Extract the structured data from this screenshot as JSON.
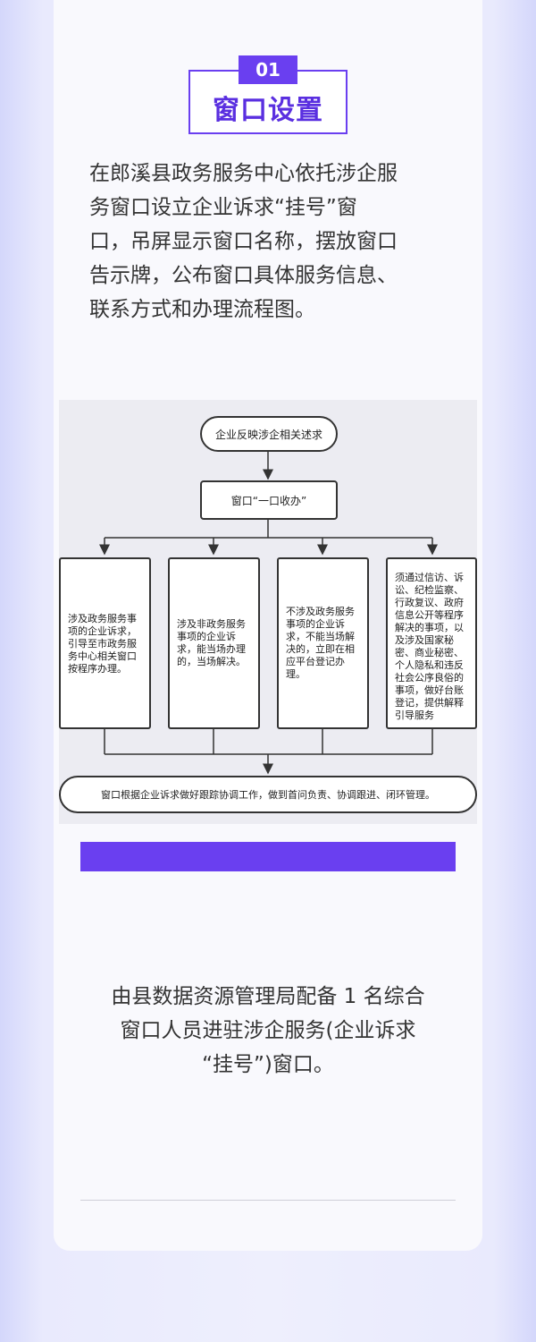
{
  "section": {
    "number": "01",
    "title": "窗口设置"
  },
  "paragraphs": {
    "intro": [
      "在郎溪县政务服务中心依托涉企服",
      "务窗口设立企业诉求“挂号”窗",
      "口，吊屏显示窗口名称，摆放窗口",
      "告示牌，公布窗口具体服务信息、",
      "联系方式和办理流程图。"
    ],
    "staffing": [
      "由县数据资源管理局配备 1 名综合",
      "窗口人员进驻涉企服务(企业诉求",
      "“挂号”)窗口。"
    ]
  },
  "flowchart": {
    "start": "企业反映涉企相关述求",
    "intake": "窗口“一口收办”",
    "branches": [
      [
        "涉及政务服务事",
        "项的企业诉求，",
        "引导至市政务服",
        "务中心相关窗口",
        "按程序办理。"
      ],
      [
        "涉及非政务服务",
        "事项的企业诉",
        "求，能当场办理",
        "的，当场解决。"
      ],
      [
        "不涉及政务服务",
        "事项的企业诉",
        "求，不能当场解",
        "决的，立即在相",
        "应平台登记办",
        "理。"
      ],
      [
        "须通过信访、诉",
        "讼、纪检监察、",
        "行政复议、政府",
        "信息公开等程序",
        "解决的事项，以",
        "及涉及国家秘",
        "密、商业秘密、",
        "个人隐私和违反",
        "社会公序良俗的",
        "事项，做好台账",
        "登记，提供解释",
        "引导服务"
      ]
    ],
    "end": "窗口根据企业诉求做好跟踪协调工作，做到首问负责、协调跟进、闭环管理。"
  },
  "colors": {
    "accent": "#6a3ff0",
    "title": "#5a2fe0",
    "text": "#333333"
  }
}
